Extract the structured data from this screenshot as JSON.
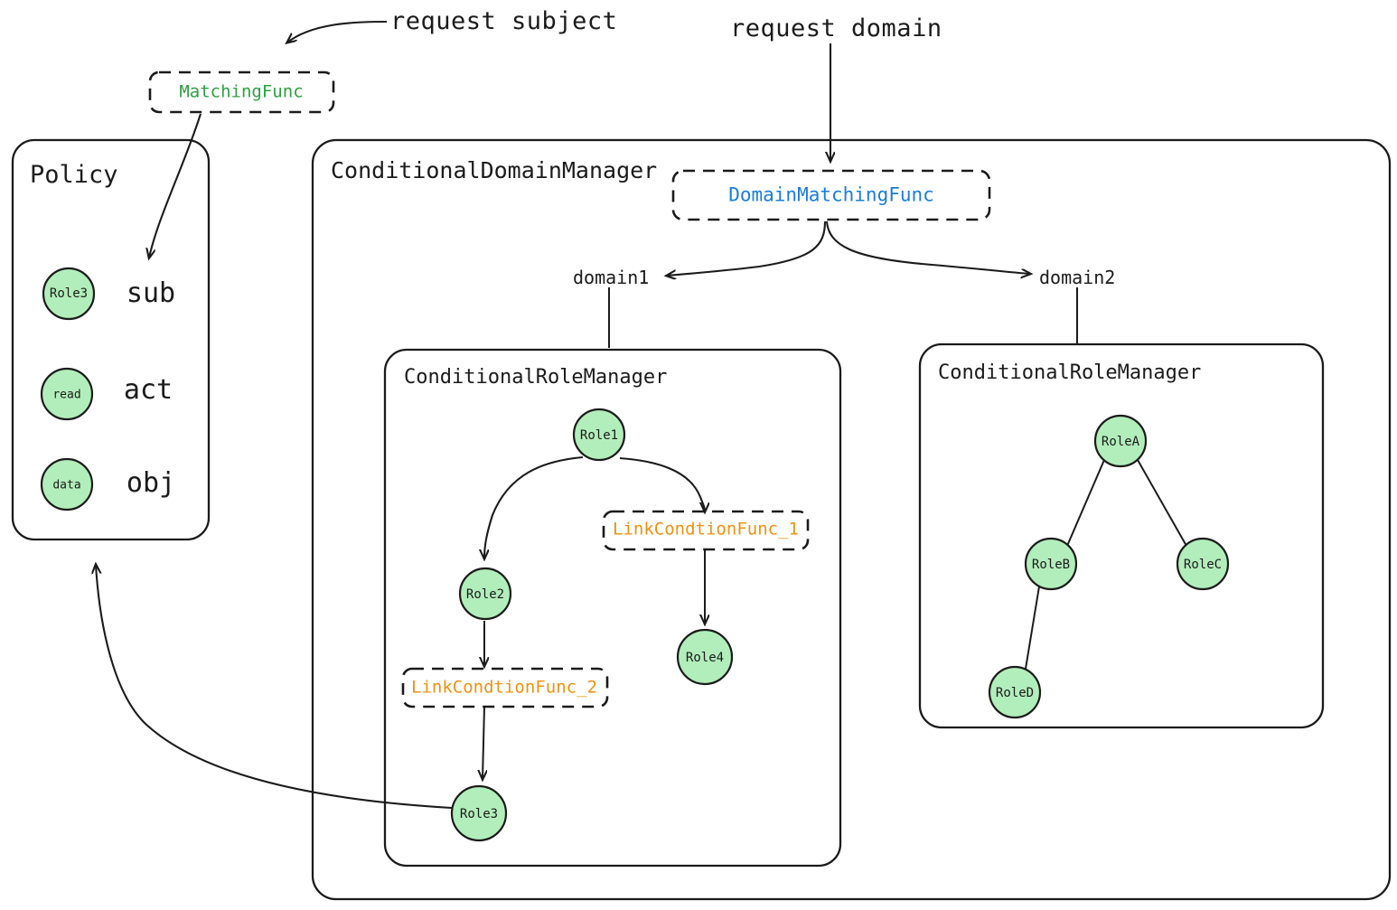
{
  "diagram": {
    "title_callouts": {
      "request_subject": "request subject",
      "request_domain": "request domain"
    },
    "matching_func": {
      "label": "MatchingFunc",
      "color": "#2ea043"
    },
    "domain_matching_func": {
      "label": "DomainMatchingFunc",
      "color": "#1a7ddb"
    },
    "policy": {
      "title": "Policy",
      "rows": [
        {
          "circle": "Role3",
          "field": "sub"
        },
        {
          "circle": "read",
          "field": "act"
        },
        {
          "circle": "data",
          "field": "obj"
        }
      ]
    },
    "conditional_domain_manager": {
      "title": "ConditionalDomainManager",
      "domain_labels": {
        "left": "domain1",
        "right": "domain2"
      },
      "left_role_manager": {
        "title": "ConditionalRoleManager",
        "nodes": [
          {
            "id": "role1",
            "label": "Role1"
          },
          {
            "id": "role2",
            "label": "Role2"
          },
          {
            "id": "role3",
            "label": "Role3"
          },
          {
            "id": "role4",
            "label": "Role4"
          }
        ],
        "link_funcs": [
          {
            "id": "lcf1",
            "label": "LinkCondtionFunc_1",
            "color": "#ef920f"
          },
          {
            "id": "lcf2",
            "label": "LinkCondtionFunc_2",
            "color": "#ef920f"
          }
        ]
      },
      "right_role_manager": {
        "title": "ConditionalRoleManager",
        "nodes": [
          {
            "id": "roleA",
            "label": "RoleA"
          },
          {
            "id": "roleB",
            "label": "RoleB"
          },
          {
            "id": "roleC",
            "label": "RoleC"
          },
          {
            "id": "roleD",
            "label": "RoleD"
          }
        ]
      }
    },
    "colors": {
      "node_fill": "#b2eebb",
      "stroke": "#1b1b1b",
      "green_text": "#2ea043",
      "blue_text": "#1a7ddb",
      "orange_text": "#ef920f",
      "background": "#ffffff"
    }
  }
}
